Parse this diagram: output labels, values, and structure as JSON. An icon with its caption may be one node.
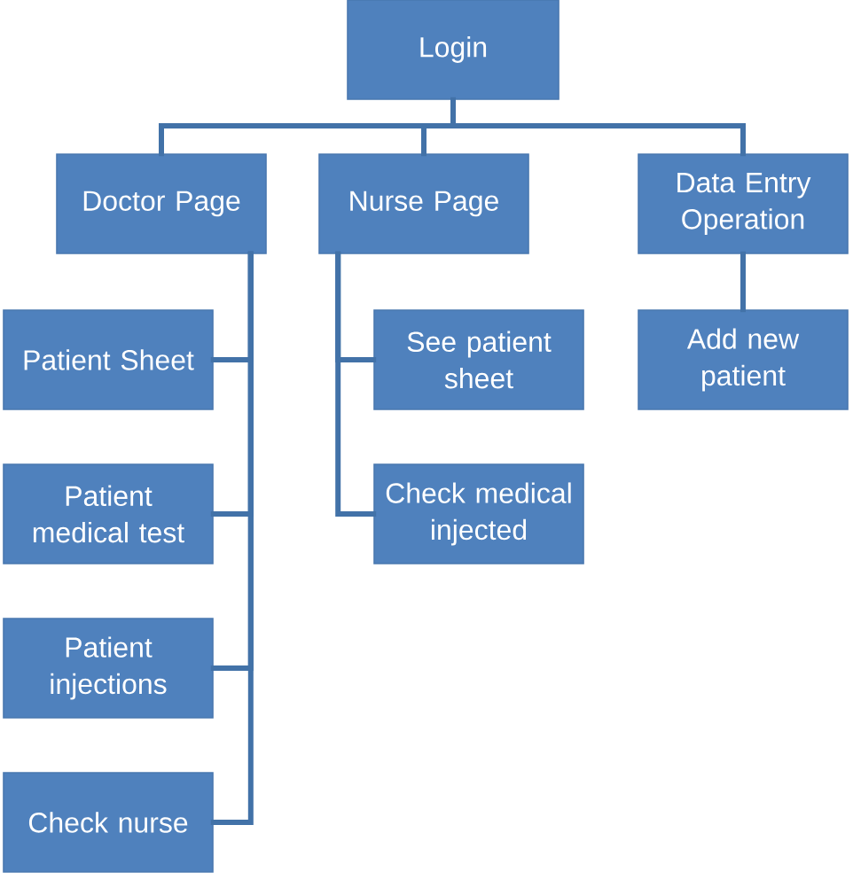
{
  "diagram": {
    "nodes": [
      {
        "text": [
          "Login"
        ]
      },
      {
        "text": [
          "Doctor Page"
        ]
      },
      {
        "text": [
          "Nurse Page"
        ]
      },
      {
        "text": [
          "Data Entry Operation"
        ]
      },
      {
        "text": [
          "Patient Sheet"
        ]
      },
      {
        "text": [
          "See patient sheet"
        ]
      },
      {
        "text": [
          "Add new patient"
        ]
      },
      {
        "text": [
          "Patient medical test"
        ]
      },
      {
        "text": [
          "Check medical injected"
        ]
      },
      {
        "text": [
          "Patient injections"
        ]
      },
      {
        "text": [
          "Check nurse"
        ]
      }
    ],
    "edges": [
      {
        "from": 0,
        "to": 1,
        "arrow": "none"
      },
      {
        "from": 0,
        "to": 2,
        "arrow": "none"
      },
      {
        "from": 0,
        "to": 3,
        "arrow": "none"
      },
      {
        "from": 1,
        "to": 4,
        "arrow": "none"
      },
      {
        "from": 1,
        "to": 7,
        "arrow": "none"
      },
      {
        "from": 1,
        "to": 9,
        "arrow": "none"
      },
      {
        "from": 1,
        "to": 10,
        "arrow": "none"
      },
      {
        "from": 2,
        "to": 5,
        "arrow": "none"
      },
      {
        "from": 2,
        "to": 8,
        "arrow": "none"
      },
      {
        "from": 3,
        "to": 6,
        "arrow": "none"
      }
    ]
  }
}
